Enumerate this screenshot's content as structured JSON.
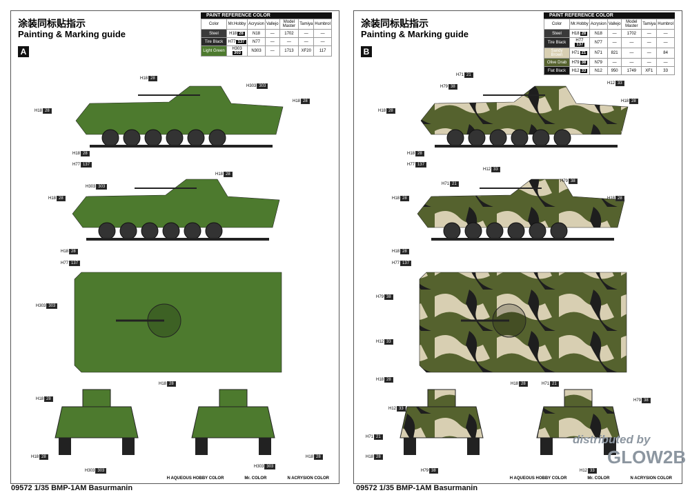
{
  "pages": [
    {
      "cn_title": "涂装同标贴指示",
      "title": "Painting & Marking guide",
      "letter": "A",
      "paint_table": {
        "heading": "PAINT REFERENCE COLOR",
        "headers": [
          "Color",
          "Mr.Hobby",
          "Acrysion",
          "Vallejo",
          "Model Master",
          "Tamiya",
          "Humbrol"
        ],
        "rows": [
          {
            "color": "Steel",
            "swatch": "#3a3a3a",
            "h": "H18",
            "c": "28",
            "n": "N18",
            "vallejo": "—",
            "mm": "1702",
            "tamiya": "—",
            "humbrol": "—"
          },
          {
            "color": "Tire Black",
            "swatch": "#2a2a2a",
            "h": "H77",
            "c": "137",
            "n": "N77",
            "vallejo": "—",
            "mm": "—",
            "tamiya": "—",
            "humbrol": "—"
          },
          {
            "color": "Light Green",
            "swatch": "#4d7a2e",
            "h": "H303",
            "c": "303",
            "n": "N303",
            "vallejo": "—",
            "mm": "1713",
            "tamiya": "XF20",
            "humbrol": "117"
          }
        ]
      },
      "legend": [
        "H AQUEOUS HOBBY COLOR",
        "Mr. COLOR",
        "N ACRYSION COLOR"
      ],
      "footer": "09572 1/35 BMP-1AM Basurmanin"
    },
    {
      "cn_title": "涂装同标贴指示",
      "title": "Painting & Marking guide",
      "letter": "B",
      "paint_table": {
        "heading": "PAINT REFERENCE COLOR",
        "headers": [
          "Color",
          "Mr.Hobby",
          "Acrysion",
          "Vallejo",
          "Model Master",
          "Tamiya",
          "Humbrol"
        ],
        "rows": [
          {
            "color": "Steel",
            "swatch": "#3a3a3a",
            "h": "H18",
            "c": "28",
            "n": "N18",
            "vallejo": "—",
            "mm": "1702",
            "tamiya": "—",
            "humbrol": "—"
          },
          {
            "color": "Tire Black",
            "swatch": "#2a2a2a",
            "h": "H77",
            "c": "137",
            "n": "N77",
            "vallejo": "—",
            "mm": "—",
            "tamiya": "—",
            "humbrol": "—"
          },
          {
            "color": "Sandy Brown",
            "swatch": "#d8cfb2",
            "h": "H71",
            "c": "21",
            "n": "N71",
            "vallejo": "821",
            "mm": "—",
            "tamiya": "—",
            "humbrol": "84"
          },
          {
            "color": "Olive Drab",
            "swatch": "#55622e",
            "h": "H79",
            "c": "38",
            "n": "N79",
            "vallejo": "—",
            "mm": "—",
            "tamiya": "—",
            "humbrol": "—"
          },
          {
            "color": "Flat Black",
            "swatch": "#151515",
            "h": "H12",
            "c": "33",
            "n": "N12",
            "vallejo": "950",
            "mm": "1749",
            "tamiya": "XF1",
            "humbrol": "33"
          }
        ]
      },
      "legend": [
        "H AQUEOUS HOBBY COLOR",
        "Mr. COLOR",
        "N ACRYSION COLOR"
      ],
      "footer": "09572 1/35 BMP-1AM Basurmanin"
    }
  ],
  "callouts": {
    "A": [
      [
        "H18",
        "28"
      ],
      [
        "H303",
        "303"
      ],
      [
        "H18",
        "28"
      ],
      [
        "H18",
        "28"
      ],
      [
        "H18",
        "28"
      ],
      [
        "H77",
        "137"
      ],
      [
        "H18",
        "28"
      ],
      [
        "H303",
        "303"
      ],
      [
        "H18",
        "28"
      ],
      [
        "H18",
        "28"
      ],
      [
        "H77",
        "137"
      ],
      [
        "H303",
        "303"
      ],
      [
        "H18",
        "28"
      ],
      [
        "H18",
        "28"
      ],
      [
        "H18",
        "28"
      ],
      [
        "H18",
        "28"
      ],
      [
        "H303",
        "303"
      ],
      [
        "H303",
        "303"
      ]
    ],
    "B": [
      [
        "H71",
        "21"
      ],
      [
        "H79",
        "38"
      ],
      [
        "H12",
        "33"
      ],
      [
        "H18",
        "28"
      ],
      [
        "H18",
        "28"
      ],
      [
        "H18",
        "28"
      ],
      [
        "H77",
        "137"
      ],
      [
        "H12",
        "33"
      ],
      [
        "H71",
        "21"
      ],
      [
        "H79",
        "38"
      ],
      [
        "H18",
        "28"
      ],
      [
        "H18",
        "28"
      ],
      [
        "H18",
        "28"
      ],
      [
        "H77",
        "137"
      ],
      [
        "H79",
        "38"
      ],
      [
        "H12",
        "33"
      ],
      [
        "H18",
        "28"
      ],
      [
        "H71",
        "21"
      ],
      [
        "H18",
        "28"
      ],
      [
        "H12",
        "33"
      ],
      [
        "H79",
        "38"
      ],
      [
        "H71",
        "21"
      ],
      [
        "H18",
        "28"
      ],
      [
        "H79",
        "38"
      ],
      [
        "H12",
        "33"
      ]
    ]
  },
  "watermark": {
    "line1": "distributed by",
    "line2": "GLOW2B"
  }
}
